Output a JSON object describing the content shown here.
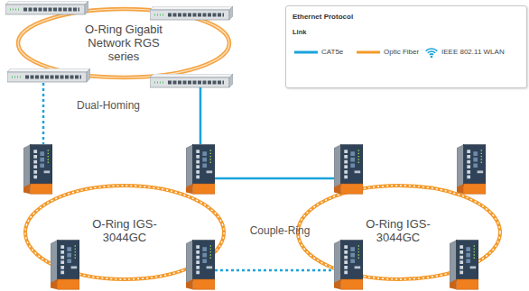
{
  "diagram": {
    "nodes": [
      {
        "text": [
          "O-Ring Gigabit Network RGS series"
        ]
      },
      {
        "text": [
          "O-Ring IGS-3044GC"
        ]
      },
      {
        "text": [
          "O-Ring IGS-3044GC"
        ]
      }
    ],
    "edges": [
      {
        "from": 0,
        "to": 1,
        "arrow": "none"
      },
      {
        "from": 0,
        "to": 1,
        "arrow": "none"
      },
      {
        "from": 1,
        "to": 2,
        "arrow": "none"
      },
      {
        "from": 1,
        "to": 2,
        "arrow": "none"
      }
    ],
    "labels": [
      "Ethernet Protocol",
      "Link",
      "Dual-Homing",
      "Couple-Ring"
    ],
    "legend": [
      {
        "text": "CAT5e"
      },
      {
        "text": "Optic Fiber"
      },
      {
        "text": "IEEE 802.11 WLAN"
      }
    ]
  }
}
